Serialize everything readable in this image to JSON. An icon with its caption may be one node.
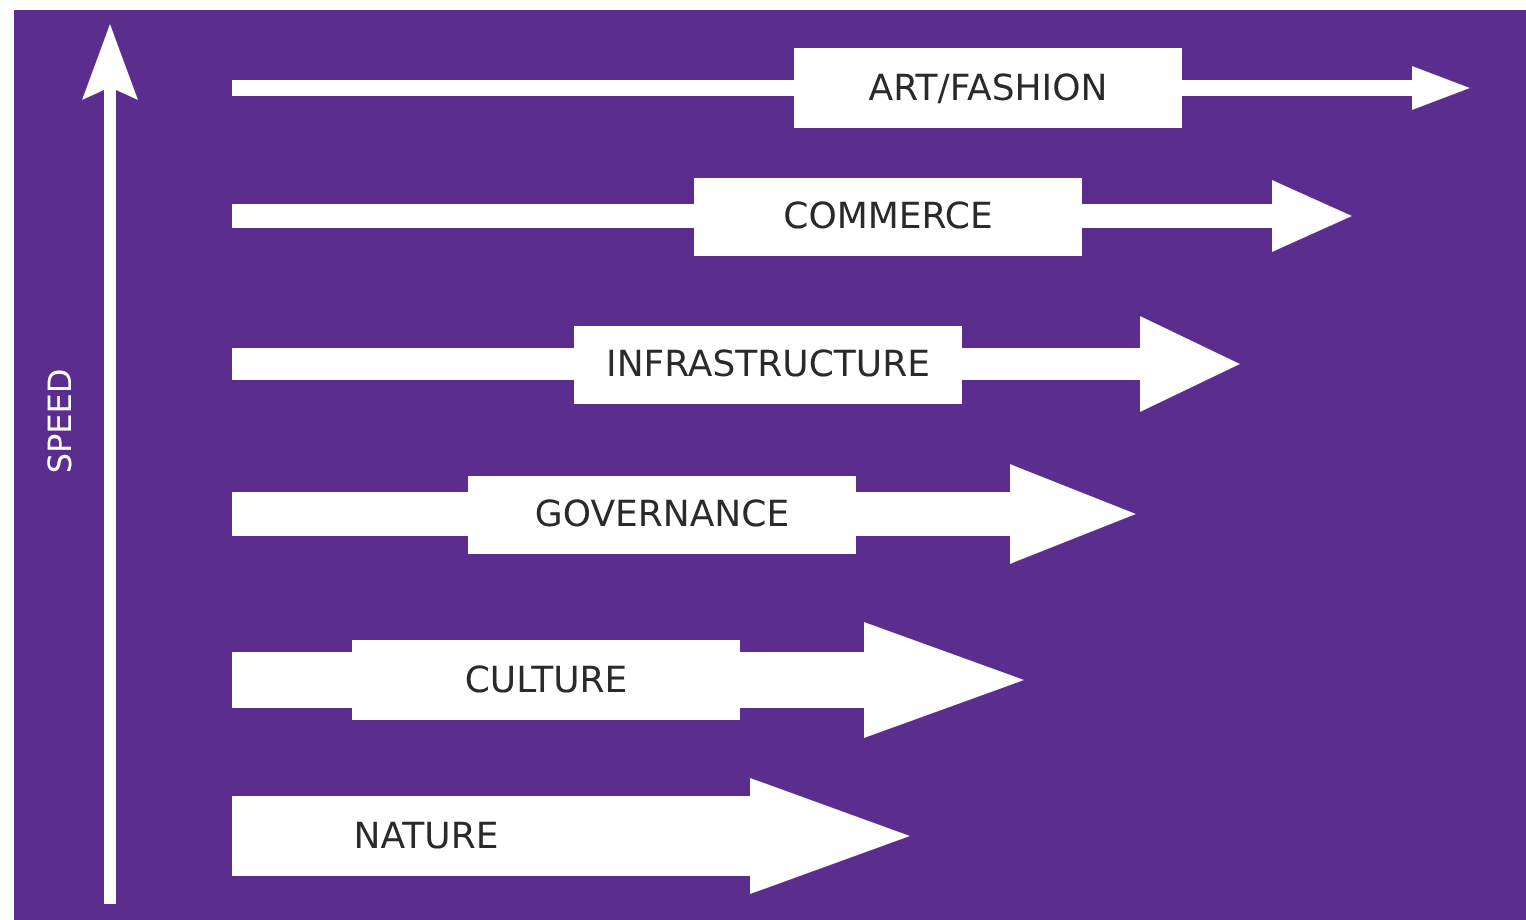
{
  "diagram": {
    "nodes": [
      {
        "text": [
          "ART/FASHION"
        ]
      },
      {
        "text": [
          "COMMERCE"
        ]
      },
      {
        "text": [
          "INFRASTRUCTURE"
        ]
      },
      {
        "text": [
          "GOVERNANCE"
        ]
      },
      {
        "text": [
          "CULTURE"
        ]
      },
      {
        "text": [
          "NATURE"
        ]
      }
    ],
    "labels": [
      "SPEED"
    ]
  }
}
